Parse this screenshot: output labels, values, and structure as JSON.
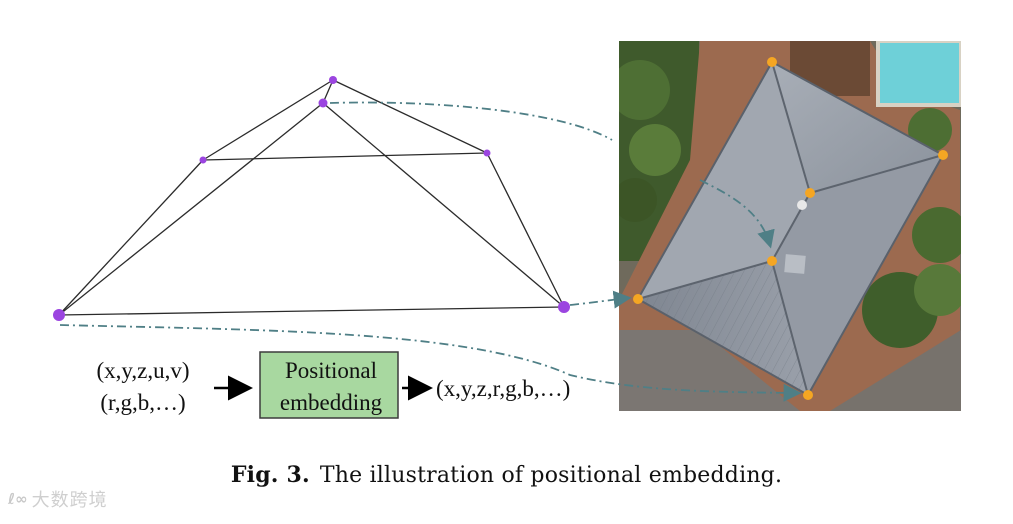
{
  "figure": {
    "input_line1": "(x,y,z,u,v)",
    "input_line2": "(r,g,b,…)",
    "box_line1": "Positional",
    "box_line2": "embedding",
    "output": "(x,y,z,r,g,b,…)",
    "caption_label": "Fig. 3.",
    "caption_text": "The illustration of positional embedding."
  },
  "colors": {
    "vertex_purple": "#9b45e0",
    "keypoint_orange": "#f5a623",
    "box_fill": "#a8d8a0",
    "box_stroke": "#3c3c3c",
    "connector": "#4f7f86",
    "wireframe": "#2b2b2b"
  },
  "watermark": {
    "glyph": "ℓ∞",
    "text": "大数跨境"
  }
}
